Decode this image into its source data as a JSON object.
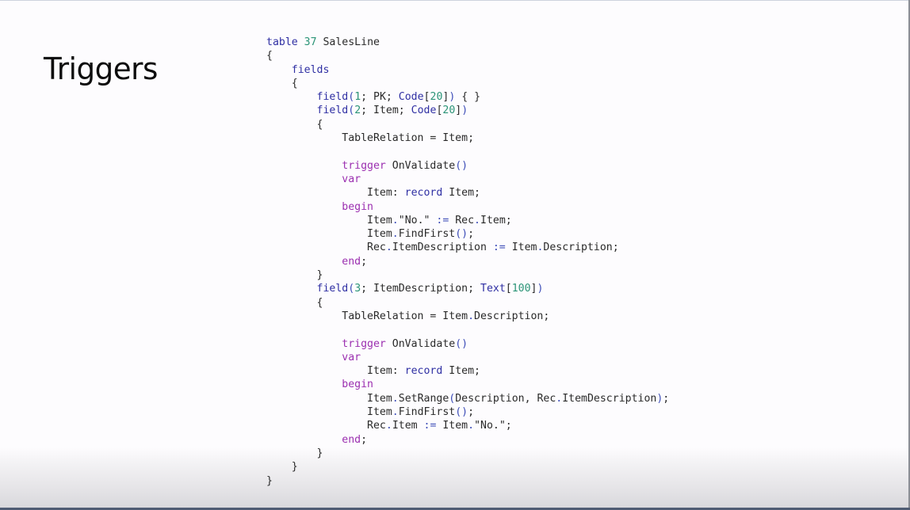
{
  "slide": {
    "title": "Triggers"
  },
  "colors": {
    "keyword": "#2f2fa3",
    "control": "#9b2fb0",
    "number": "#2b9477",
    "operator": "#3d4db8",
    "text": "#2a2a2a"
  },
  "code": {
    "language": "AL",
    "lines": [
      [
        [
          "kw",
          "table"
        ],
        [
          "txt",
          " "
        ],
        [
          "num",
          "37"
        ],
        [
          "txt",
          " SalesLine"
        ]
      ],
      [
        [
          "txt",
          "{"
        ]
      ],
      [
        [
          "txt",
          "    "
        ],
        [
          "kw",
          "fields"
        ]
      ],
      [
        [
          "txt",
          "    {"
        ]
      ],
      [
        [
          "txt",
          "        "
        ],
        [
          "kw",
          "field"
        ],
        [
          "op",
          "("
        ],
        [
          "num",
          "1"
        ],
        [
          "txt",
          "; PK; "
        ],
        [
          "kw",
          "Code"
        ],
        [
          "txt",
          "["
        ],
        [
          "num",
          "20"
        ],
        [
          "txt",
          "]"
        ],
        [
          "op",
          ")"
        ],
        [
          "txt",
          " { }"
        ]
      ],
      [
        [
          "txt",
          "        "
        ],
        [
          "kw",
          "field"
        ],
        [
          "op",
          "("
        ],
        [
          "num",
          "2"
        ],
        [
          "txt",
          "; Item; "
        ],
        [
          "kw",
          "Code"
        ],
        [
          "txt",
          "["
        ],
        [
          "num",
          "20"
        ],
        [
          "txt",
          "]"
        ],
        [
          "op",
          ")"
        ]
      ],
      [
        [
          "txt",
          "        {"
        ]
      ],
      [
        [
          "txt",
          "            TableRelation = Item;"
        ]
      ],
      [
        [
          "txt",
          ""
        ]
      ],
      [
        [
          "txt",
          "            "
        ],
        [
          "ctl",
          "trigger"
        ],
        [
          "txt",
          " OnValidate"
        ],
        [
          "op",
          "()"
        ]
      ],
      [
        [
          "txt",
          "            "
        ],
        [
          "ctl",
          "var"
        ]
      ],
      [
        [
          "txt",
          "                Item: "
        ],
        [
          "kw",
          "record"
        ],
        [
          "txt",
          " Item;"
        ]
      ],
      [
        [
          "txt",
          "            "
        ],
        [
          "ctl",
          "begin"
        ]
      ],
      [
        [
          "txt",
          "                Item"
        ],
        [
          "op",
          "."
        ],
        [
          "txt",
          "\"No.\" "
        ],
        [
          "op",
          ":="
        ],
        [
          "txt",
          " Rec"
        ],
        [
          "op",
          "."
        ],
        [
          "txt",
          "Item;"
        ]
      ],
      [
        [
          "txt",
          "                Item"
        ],
        [
          "op",
          "."
        ],
        [
          "txt",
          "FindFirst"
        ],
        [
          "op",
          "()"
        ],
        [
          "txt",
          ";"
        ]
      ],
      [
        [
          "txt",
          "                Rec"
        ],
        [
          "op",
          "."
        ],
        [
          "txt",
          "ItemDescription "
        ],
        [
          "op",
          ":="
        ],
        [
          "txt",
          " Item"
        ],
        [
          "op",
          "."
        ],
        [
          "txt",
          "Description;"
        ]
      ],
      [
        [
          "txt",
          "            "
        ],
        [
          "ctl",
          "end"
        ],
        [
          "txt",
          ";"
        ]
      ],
      [
        [
          "txt",
          "        }"
        ]
      ],
      [
        [
          "txt",
          "        "
        ],
        [
          "kw",
          "field"
        ],
        [
          "op",
          "("
        ],
        [
          "num",
          "3"
        ],
        [
          "txt",
          "; ItemDescription; "
        ],
        [
          "kw",
          "Text"
        ],
        [
          "txt",
          "["
        ],
        [
          "num",
          "100"
        ],
        [
          "txt",
          "]"
        ],
        [
          "op",
          ")"
        ]
      ],
      [
        [
          "txt",
          "        {"
        ]
      ],
      [
        [
          "txt",
          "            TableRelation = Item"
        ],
        [
          "op",
          "."
        ],
        [
          "txt",
          "Description;"
        ]
      ],
      [
        [
          "txt",
          ""
        ]
      ],
      [
        [
          "txt",
          "            "
        ],
        [
          "ctl",
          "trigger"
        ],
        [
          "txt",
          " OnValidate"
        ],
        [
          "op",
          "()"
        ]
      ],
      [
        [
          "txt",
          "            "
        ],
        [
          "ctl",
          "var"
        ]
      ],
      [
        [
          "txt",
          "                Item: "
        ],
        [
          "kw",
          "record"
        ],
        [
          "txt",
          " Item;"
        ]
      ],
      [
        [
          "txt",
          "            "
        ],
        [
          "ctl",
          "begin"
        ]
      ],
      [
        [
          "txt",
          "                Item"
        ],
        [
          "op",
          "."
        ],
        [
          "txt",
          "SetRange"
        ],
        [
          "op",
          "("
        ],
        [
          "txt",
          "Description, Rec"
        ],
        [
          "op",
          "."
        ],
        [
          "txt",
          "ItemDescription"
        ],
        [
          "op",
          ")"
        ],
        [
          "txt",
          ";"
        ]
      ],
      [
        [
          "txt",
          "                Item"
        ],
        [
          "op",
          "."
        ],
        [
          "txt",
          "FindFirst"
        ],
        [
          "op",
          "()"
        ],
        [
          "txt",
          ";"
        ]
      ],
      [
        [
          "txt",
          "                Rec"
        ],
        [
          "op",
          "."
        ],
        [
          "txt",
          "Item "
        ],
        [
          "op",
          ":="
        ],
        [
          "txt",
          " Item"
        ],
        [
          "op",
          "."
        ],
        [
          "txt",
          "\"No.\";"
        ]
      ],
      [
        [
          "txt",
          "            "
        ],
        [
          "ctl",
          "end"
        ],
        [
          "txt",
          ";"
        ]
      ],
      [
        [
          "txt",
          "        }"
        ]
      ],
      [
        [
          "txt",
          "    }"
        ]
      ],
      [
        [
          "txt",
          "}"
        ]
      ]
    ]
  }
}
